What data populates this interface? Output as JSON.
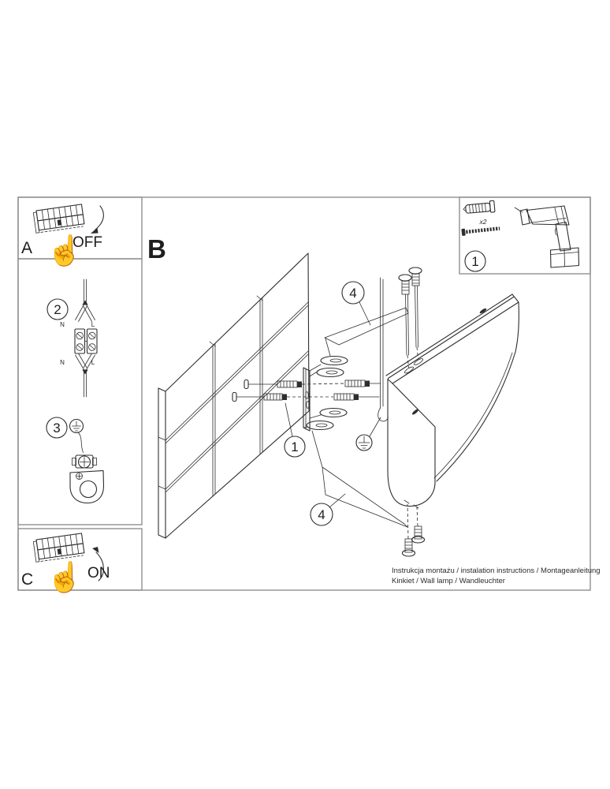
{
  "colors": {
    "line": "#2e2e2e",
    "frame": "#909090",
    "text": "#1e1e1e"
  },
  "icons": {
    "pointing_hand": "☝"
  },
  "section_b": {
    "label": "B"
  },
  "panel_a": {
    "label": "A",
    "action": "OFF"
  },
  "panel_c": {
    "label": "C",
    "action": "ON"
  },
  "step2": {
    "number": "2",
    "labels": {
      "top_left": "N",
      "top_right": "L",
      "bottom_left": "N",
      "bottom_right": "L"
    }
  },
  "step3": {
    "number": "3"
  },
  "kit": {
    "number": "1",
    "quantity": "x2"
  },
  "callouts": {
    "bracket": "1",
    "screws_top": "4",
    "screws_bottom": "4"
  },
  "footer": {
    "line1": "Instrukcja montażu / instalation instructions / Montageanleitung",
    "line2": "Kinkiet / Wall lamp / Wandleuchter"
  }
}
